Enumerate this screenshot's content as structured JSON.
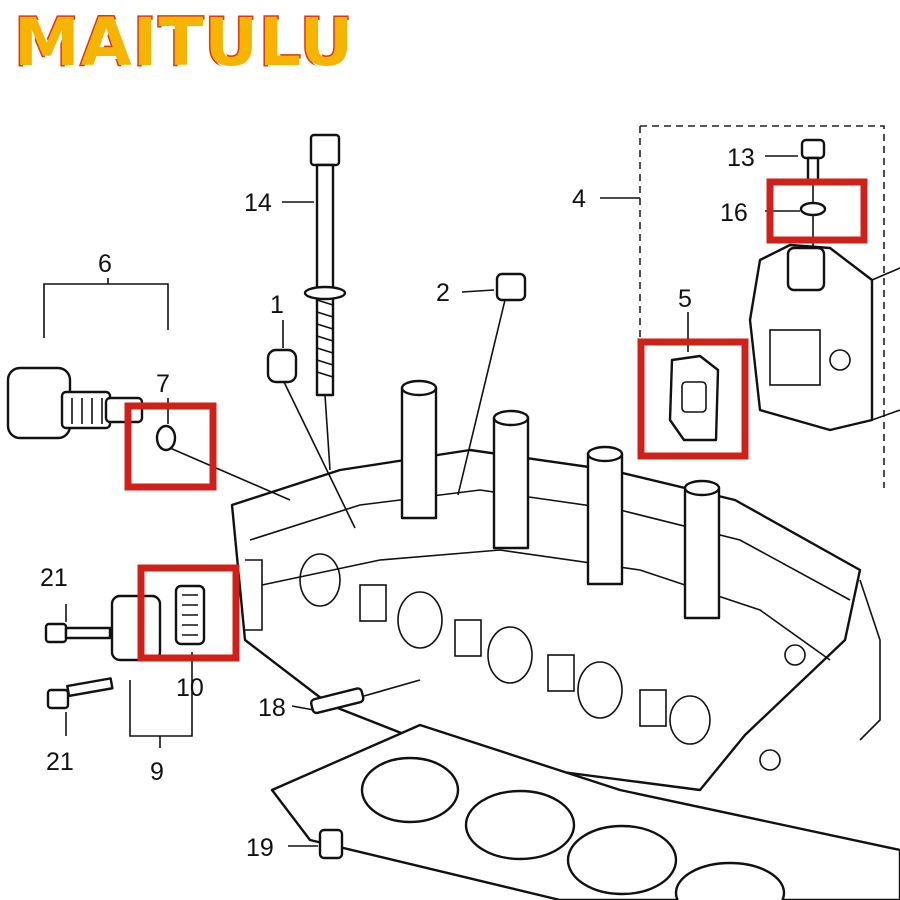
{
  "brand": {
    "name": "MAITULU",
    "fill_color": "#f4b400",
    "outline_color": "#d9381e"
  },
  "diagram": {
    "callouts": [
      "1",
      "2",
      "4",
      "5",
      "6",
      "7",
      "9",
      "10",
      "13",
      "14",
      "16",
      "18",
      "19",
      "21",
      "21"
    ],
    "highlights": [
      "7",
      "10",
      "5",
      "16"
    ],
    "highlight_color": "#d0201a"
  }
}
